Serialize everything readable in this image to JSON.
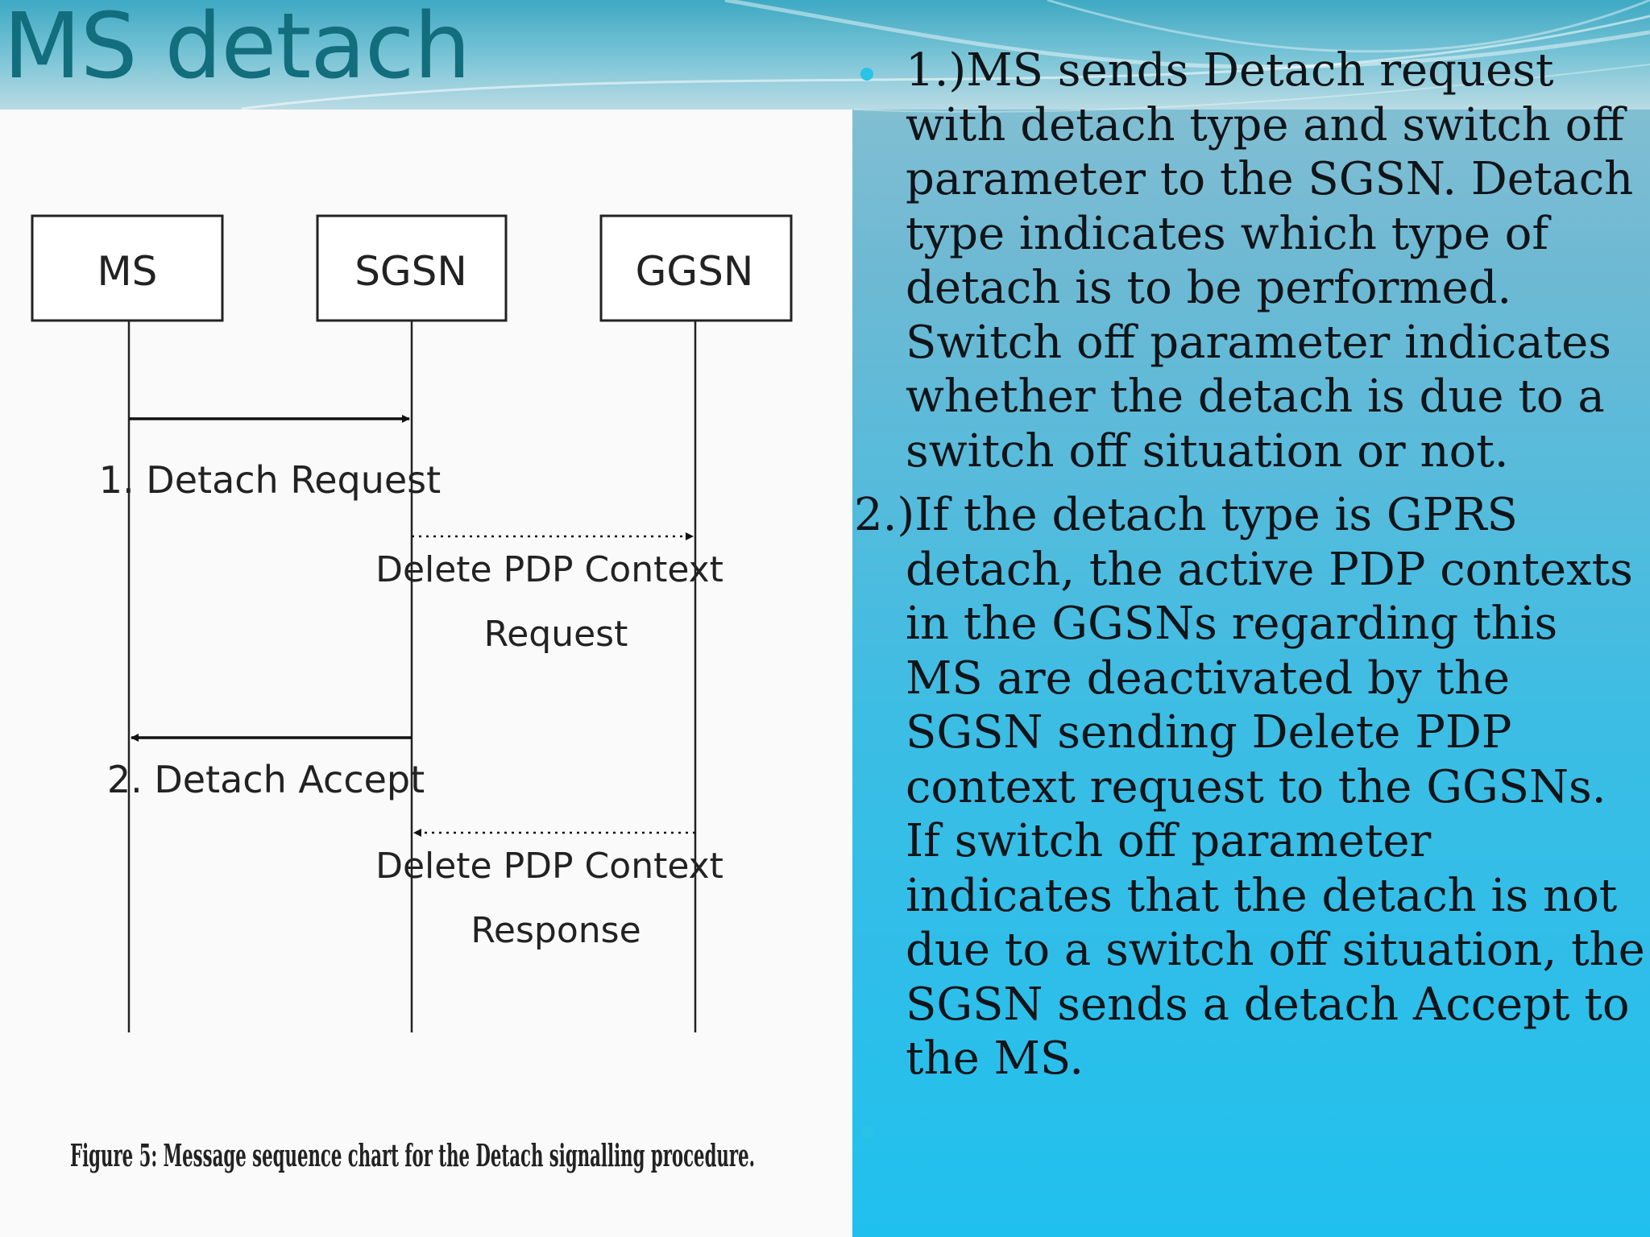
{
  "slide": {
    "title": "MS detach"
  },
  "diagram": {
    "entities": [
      "MS",
      "SGSN",
      "GGSN"
    ],
    "messages": [
      {
        "label_lines": [
          "1. Detach Request"
        ],
        "from": "MS",
        "to": "SGSN",
        "style": "solid"
      },
      {
        "label_lines": [
          "Delete PDP Context",
          "Request"
        ],
        "from": "SGSN",
        "to": "GGSN",
        "style": "dotted"
      },
      {
        "label_lines": [
          "2. Detach Accept"
        ],
        "from": "SGSN",
        "to": "MS",
        "style": "solid"
      },
      {
        "label_lines": [
          "Delete PDP Context",
          "Response"
        ],
        "from": "GGSN",
        "to": "SGSN",
        "style": "dotted"
      }
    ],
    "caption": "Figure 5: Message sequence chart for the Detach signalling procedure."
  },
  "body": {
    "step1": "1.)MS sends Detach request with detach type and switch off parameter to the SGSN. Detach type indicates which type of detach is to be performed. Switch off parameter indicates whether the detach is due to a switch off situation or not.",
    "step2": "2.)If the detach type is GPRS detach, the active PDP contexts in the GGSNs regarding this MS are deactivated by the SGSN sending Delete PDP context request to the GGSNs. If switch off parameter indicates that the detach is not due to a switch off situation, the SGSN sends  a detach Accept to the MS."
  },
  "colors": {
    "title": "#126d7d",
    "bullet": "#28c3e6",
    "body_text": "#101418",
    "background_bottom": "#20c0ee"
  }
}
